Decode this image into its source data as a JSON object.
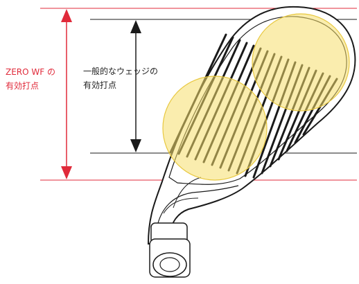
{
  "labels": {
    "zero_wf_line1": "ZERO WF の",
    "zero_wf_line2": "有効打点",
    "general_line1": "一般的なウェッジの",
    "general_line2": "有効打点"
  },
  "colors": {
    "red": "#e02a3a",
    "dark": "#1a1a1a",
    "spot_fill": "#f5df6b",
    "spot_stroke": "#e8c840"
  }
}
